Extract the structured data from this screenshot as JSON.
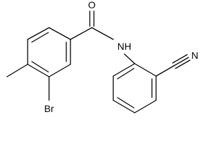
{
  "molecule": {
    "atom_labels": {
      "oxygen": "O",
      "amide_nh": "NH",
      "nitrile_n": "N",
      "bromine": "Br"
    },
    "colors": {
      "bond": "#000000",
      "label": "#000000",
      "background": "#ffffff"
    }
  }
}
